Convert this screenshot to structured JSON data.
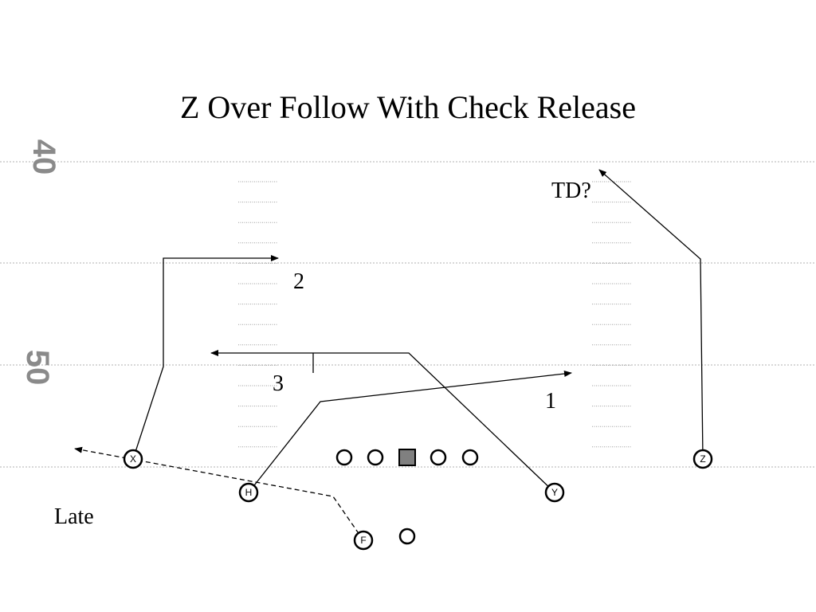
{
  "title": "Z Over Follow With Check Release",
  "yard_markers": {
    "upper": "40",
    "lower": "50"
  },
  "labels": {
    "td": "TD?",
    "route_2": "2",
    "route_3": "3",
    "route_1": "1",
    "late": "Late"
  },
  "players": {
    "x": "X",
    "h": "H",
    "y": "Y",
    "z": "Z",
    "f": "F"
  }
}
